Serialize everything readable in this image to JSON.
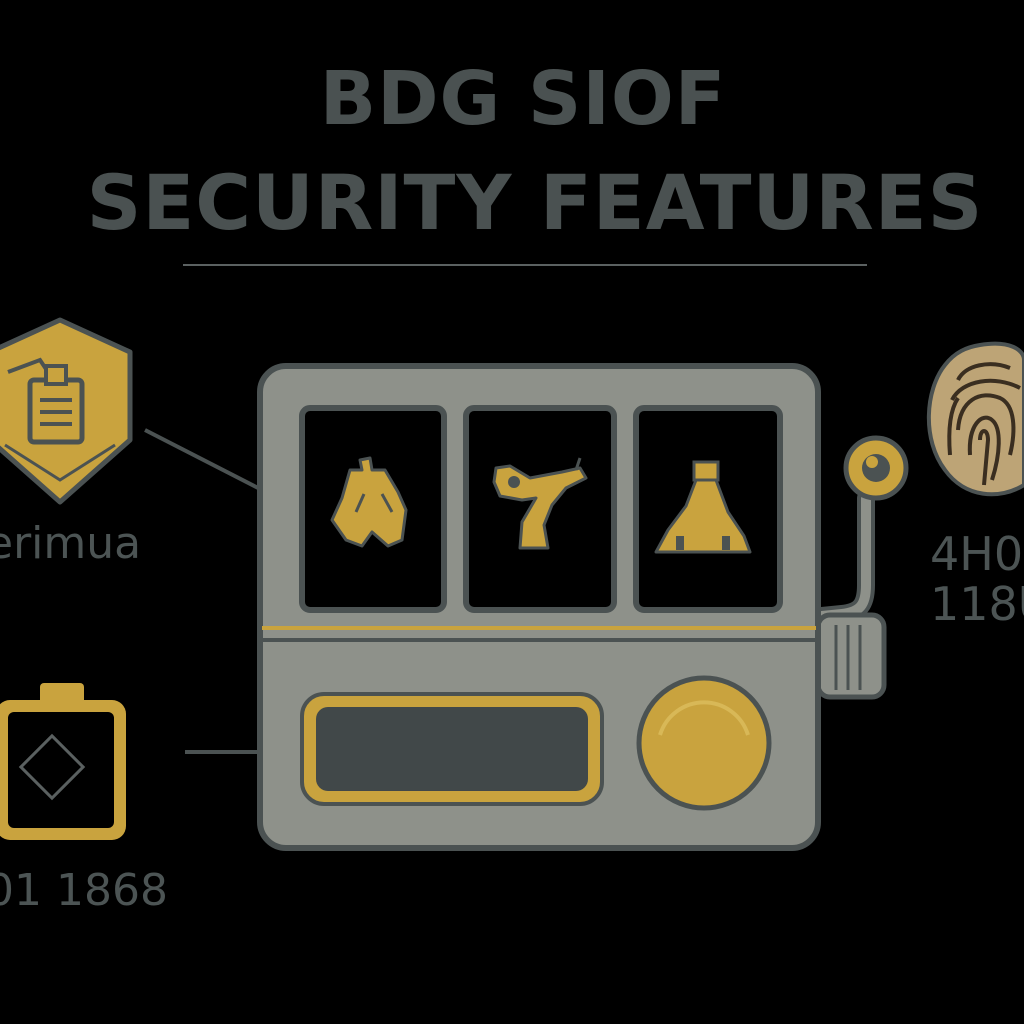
{
  "header": {
    "title_line1": "BDG SIOF",
    "title_line2": "SECURITY FEATURES"
  },
  "features": {
    "shield": {
      "label": "erimua",
      "icon": "shield-document-icon"
    },
    "battery": {
      "label": "01 1868",
      "icon": "battery-diamond-icon"
    },
    "fingerprint": {
      "label_line1": "4H0",
      "label_line2": "118U",
      "icon": "fingerprint-icon"
    }
  },
  "machine": {
    "reels": [
      {
        "symbol": "bell-icon"
      },
      {
        "symbol": "seven-icon"
      },
      {
        "symbol": "cone-icon"
      }
    ]
  },
  "colors": {
    "background": "#000000",
    "accent_gold": "#c9a33e",
    "body_gray": "#8e918a",
    "outline": "#4b5252",
    "display_dark": "#414849"
  }
}
